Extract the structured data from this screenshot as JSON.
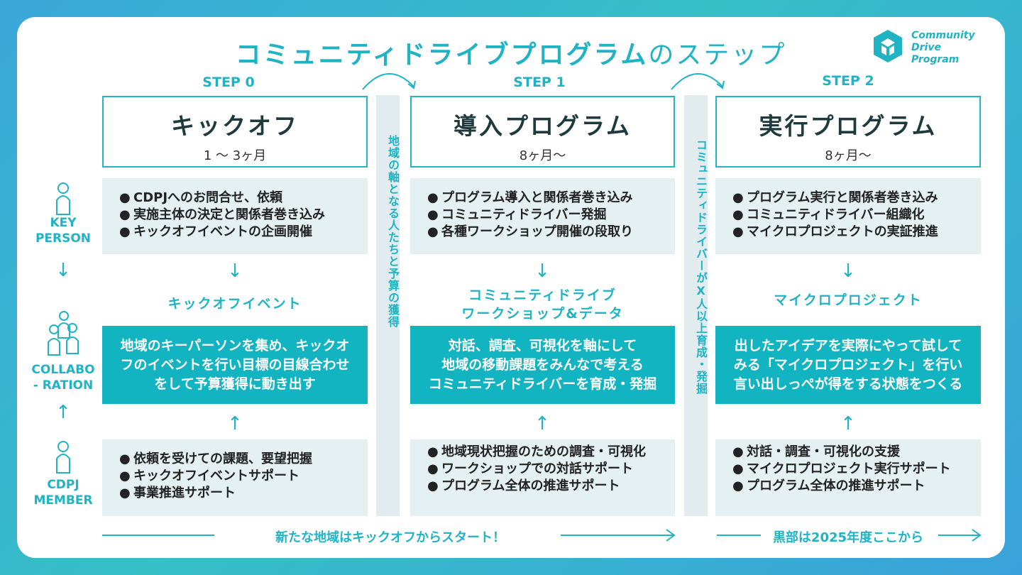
{
  "title": {
    "main": "コミュニティドライブプログラム",
    "suffix": "のステップ"
  },
  "logo": {
    "line1": "Community",
    "line2": "Drive",
    "line3": "Program"
  },
  "roles": {
    "key": {
      "line1": "KEY",
      "line2": "PERSON"
    },
    "collab": {
      "line1": "COLLABO",
      "line2": "- RATION"
    },
    "member": {
      "line1": "CDPJ",
      "line2": "MEMBER"
    },
    "arrow_down": "↓",
    "arrow_up": "↑"
  },
  "dividers": {
    "left": "地域の軸となる人たちと予算の獲得",
    "right": "コミュニティドライバーがX人以上育成・発掘"
  },
  "steps": [
    {
      "label": "STEP 0",
      "title": "キックオフ",
      "duration": "1 〜 3ヶ月",
      "key_items": [
        "CDPJへのお問合せ、依頼",
        "実施主体の決定と関係者巻き込み",
        "キックオフイベントの企画開催"
      ],
      "arrow_down": "↓",
      "event_line1": "キックオフイベント",
      "event_line2": "",
      "collab_line1": "地域のキーパーソンを集め、キックオ",
      "collab_line2": "フのイベントを行い目標の目線合わせ",
      "collab_line3": "をして予算獲得に動き出す",
      "arrow_up": "↑",
      "member_items": [
        "依頼を受けての課題、要望把握",
        "キックオフイベントサポート",
        "事業推進サポート"
      ]
    },
    {
      "label": "STEP 1",
      "title": "導入プログラム",
      "duration": "8ヶ月〜",
      "key_items": [
        "プログラム導入と関係者巻き込み",
        "コミュニティドライバー発掘",
        "各種ワークショップ開催の段取り"
      ],
      "arrow_down": "↓",
      "event_line1": "コミュニティドライブ",
      "event_line2": "ワークショップ&データ",
      "collab_line1": "対話、調査、可視化を軸にして",
      "collab_line2": "地域の移動課題をみんなで考える",
      "collab_line3": "コミュニティドライバーを育成・発掘",
      "arrow_up": "↑",
      "member_items": [
        "地域現状把握のための調査・可視化",
        "ワークショップでの対話サポート",
        "プログラム全体の推進サポート"
      ]
    },
    {
      "label": "STEP 2",
      "title": "実行プログラム",
      "duration": "8ヶ月〜",
      "key_items": [
        "プログラム実行と関係者巻き込み",
        "コミュニティドライバー組織化",
        "マイクロプロジェクトの実証推進"
      ],
      "arrow_down": "↓",
      "event_line1": "マイクロプロジェクト",
      "event_line2": "",
      "collab_line1": "出したアイデアを実際にやって試して",
      "collab_line2": "みる「マイクロプロジェクト」を行い",
      "collab_line3": "言い出しっぺが得をする状態をつくる",
      "arrow_up": "↑",
      "member_items": [
        "対話・調査・可視化の支援",
        "マイクロプロジェクト実行サポート",
        "プログラム全体の推進サポート"
      ]
    }
  ],
  "bullet": "●",
  "footer": {
    "left_text": "新たな地域はキックオフからスタート！",
    "right_text": "黒部は2025年度ここから"
  },
  "colors": {
    "accent": "#1fb3c4",
    "teal_box": "#13b4c2",
    "light_box": "#e5f0f2",
    "dark_text": "#1e3a3c"
  }
}
